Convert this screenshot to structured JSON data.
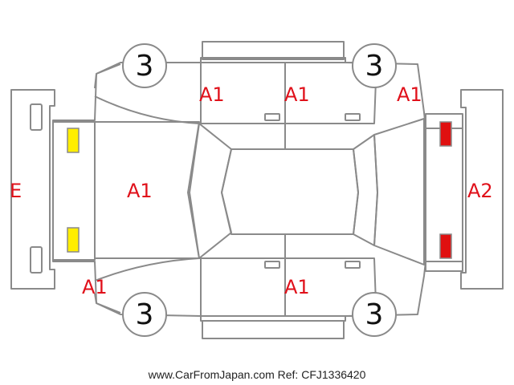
{
  "colors": {
    "outline": "#8a8a8a",
    "label": "#e0101a",
    "front_lamp": "#ffee00",
    "rear_lamp": "#e01010"
  },
  "wheels": {
    "front_left": "3",
    "rear_left": "3",
    "front_right": "3",
    "rear_right": "3"
  },
  "labels": {
    "left_top_front_door": "A1",
    "left_top_rear_door": "A1",
    "left_top_rear_quarter": "A1",
    "hood": "A1",
    "front_bumper": "E",
    "rear_bumper": "A2",
    "front_right_fender": "A1",
    "right_door": "A1"
  },
  "footer": "www.CarFromJapan.com Ref: CFJ1336420"
}
